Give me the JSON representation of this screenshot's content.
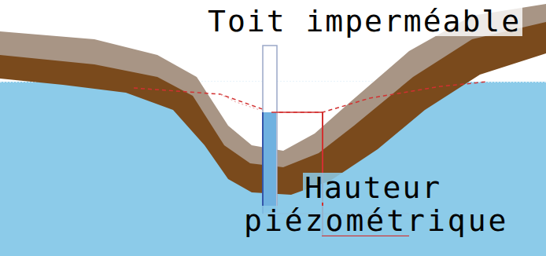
{
  "diagram": {
    "labels": [
      "Toit imperméable",
      "Hauteur",
      "piézométrique"
    ]
  }
}
